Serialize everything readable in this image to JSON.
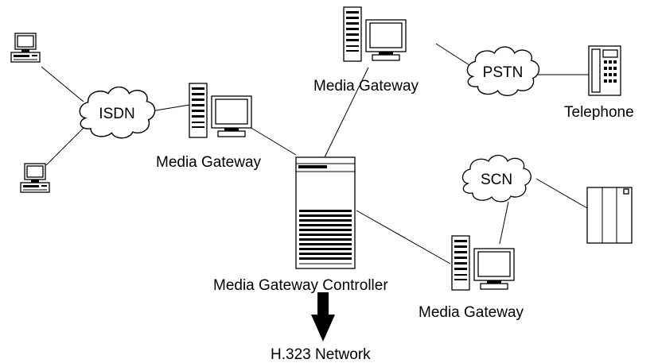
{
  "labels": {
    "isdn": "ISDN",
    "pstn": "PSTN",
    "scn": "SCN",
    "gateway_left": "Media Gateway",
    "gateway_top": "Media Gateway",
    "gateway_right": "Media Gateway",
    "controller": "Media Gateway Controller",
    "telephone": "Telephone",
    "h323": "H.323 Network"
  },
  "icons": {
    "pc": "desktop-pc-icon",
    "gateway": "tower-with-monitor-icon",
    "cloud": "network-cloud-icon",
    "controller": "rack-server-icon",
    "telephone": "desk-phone-icon",
    "switch": "switch-cabinet-icon",
    "arrow": "down-arrow-icon"
  }
}
